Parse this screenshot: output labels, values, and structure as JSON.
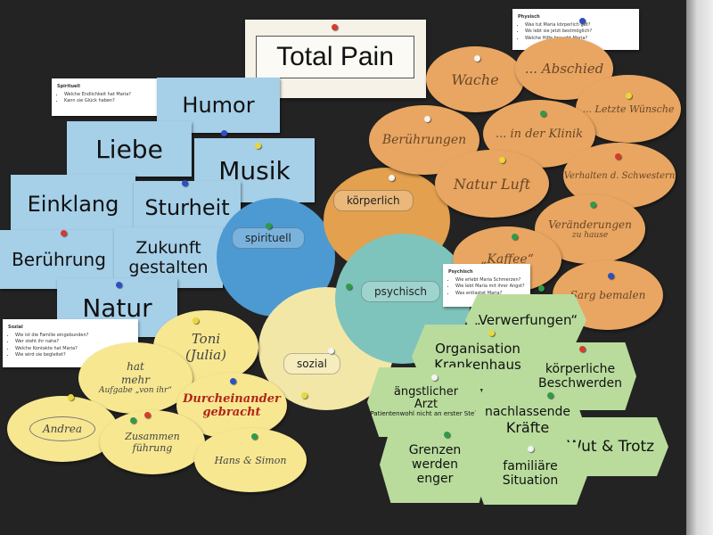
{
  "title": "Total Pain",
  "spirituell_note": {
    "heading": "Spirituell",
    "items": [
      "Welche Endlichkeit hat Maria?",
      "Kann sie Glück haben?"
    ]
  },
  "physisch_note": {
    "heading": "Physisch",
    "items": [
      "Was tut Maria körperlich gut?",
      "Wo lebt sie jetzt bestmöglich?",
      "Welche Hilfe braucht Maria?"
    ]
  },
  "psychisch_note": {
    "heading": "Psychisch",
    "items": [
      "Wie erlebt Maria Schmerzen?",
      "Wie lebt Maria mit ihrer Angst?",
      "Was entlastet Maria?"
    ]
  },
  "sozial_note": {
    "heading": "Sozial",
    "items": [
      "Wie ist die Familie eingebunden?",
      "Wer steht ihr nahe?",
      "Welche Kontakte hat Maria?",
      "Wie wird sie begleitet?"
    ]
  },
  "circles": {
    "koerperlich": "körperlich",
    "spirituell": "spirituell",
    "psychisch": "psychisch",
    "sozial": "sozial"
  },
  "blue_cards": {
    "humor": "Humor",
    "liebe": "Liebe",
    "musik": "Musik",
    "einklang": "Einklang",
    "sturheit": "Sturheit",
    "beruehrung": "Berührung",
    "zukunft_1": "Zukunft",
    "zukunft_2": "gestalten",
    "natur": "Natur"
  },
  "orange_ovals": {
    "wache": "Wache",
    "abschied": "... Abschied",
    "letzte": "... Letzte Wünsche",
    "beruehrungen": "Berührungen",
    "klinik": "... in der Klinik",
    "natur_luft": "Natur Luft",
    "verhalten": "Verhalten d. Schwestern",
    "veraenderungen_1": "Veränderungen",
    "veraenderungen_2": "zu hause",
    "kaffee": "„Kaffee“",
    "sarg": "Sarg bemalen"
  },
  "yellow_ovals": {
    "toni_1": "Toni",
    "toni_2": "(Julia)",
    "hat_1": "hat",
    "hat_2": "mehr",
    "hat_3": "Aufgabe „von ihr“",
    "durcheinander_1": "Durcheinander",
    "durcheinander_2": "gebracht",
    "andrea": "Andrea",
    "zusammen_1": "Zusammen",
    "zusammen_2": "führung",
    "hans": "Hans & Simon"
  },
  "green_hexes": {
    "verwerfungen": "„Verwerfungen“",
    "organisation": "Organisation",
    "krankenhaus": "Krankenhaus",
    "koerperliche_1": "körperliche",
    "koerperliche_2": "Beschwerden",
    "arzt_1": "ängstlicher",
    "arzt_2": "Arzt",
    "arzt_3": "(Patientenwohl nicht an erster Stelle)",
    "nachlassende_1": "nachlassende",
    "nachlassende_2": "Kräfte",
    "wut": "Wut & Trotz",
    "grenzen_1": "Grenzen",
    "grenzen_2": "werden",
    "grenzen_3": "enger",
    "familiaere_1": "familiäre",
    "familiaere_2": "Situation"
  },
  "colors": {
    "board": "#232323",
    "blue": "#a6cfe8",
    "orange": "#e8a662",
    "yellow": "#f7e791",
    "green": "#b9dc9d",
    "circle_koerperlich": "#e3a04e",
    "circle_spirituell": "#4d9ad2",
    "circle_psychisch": "#7fc4bc",
    "circle_sozial": "#f3e7a8"
  }
}
